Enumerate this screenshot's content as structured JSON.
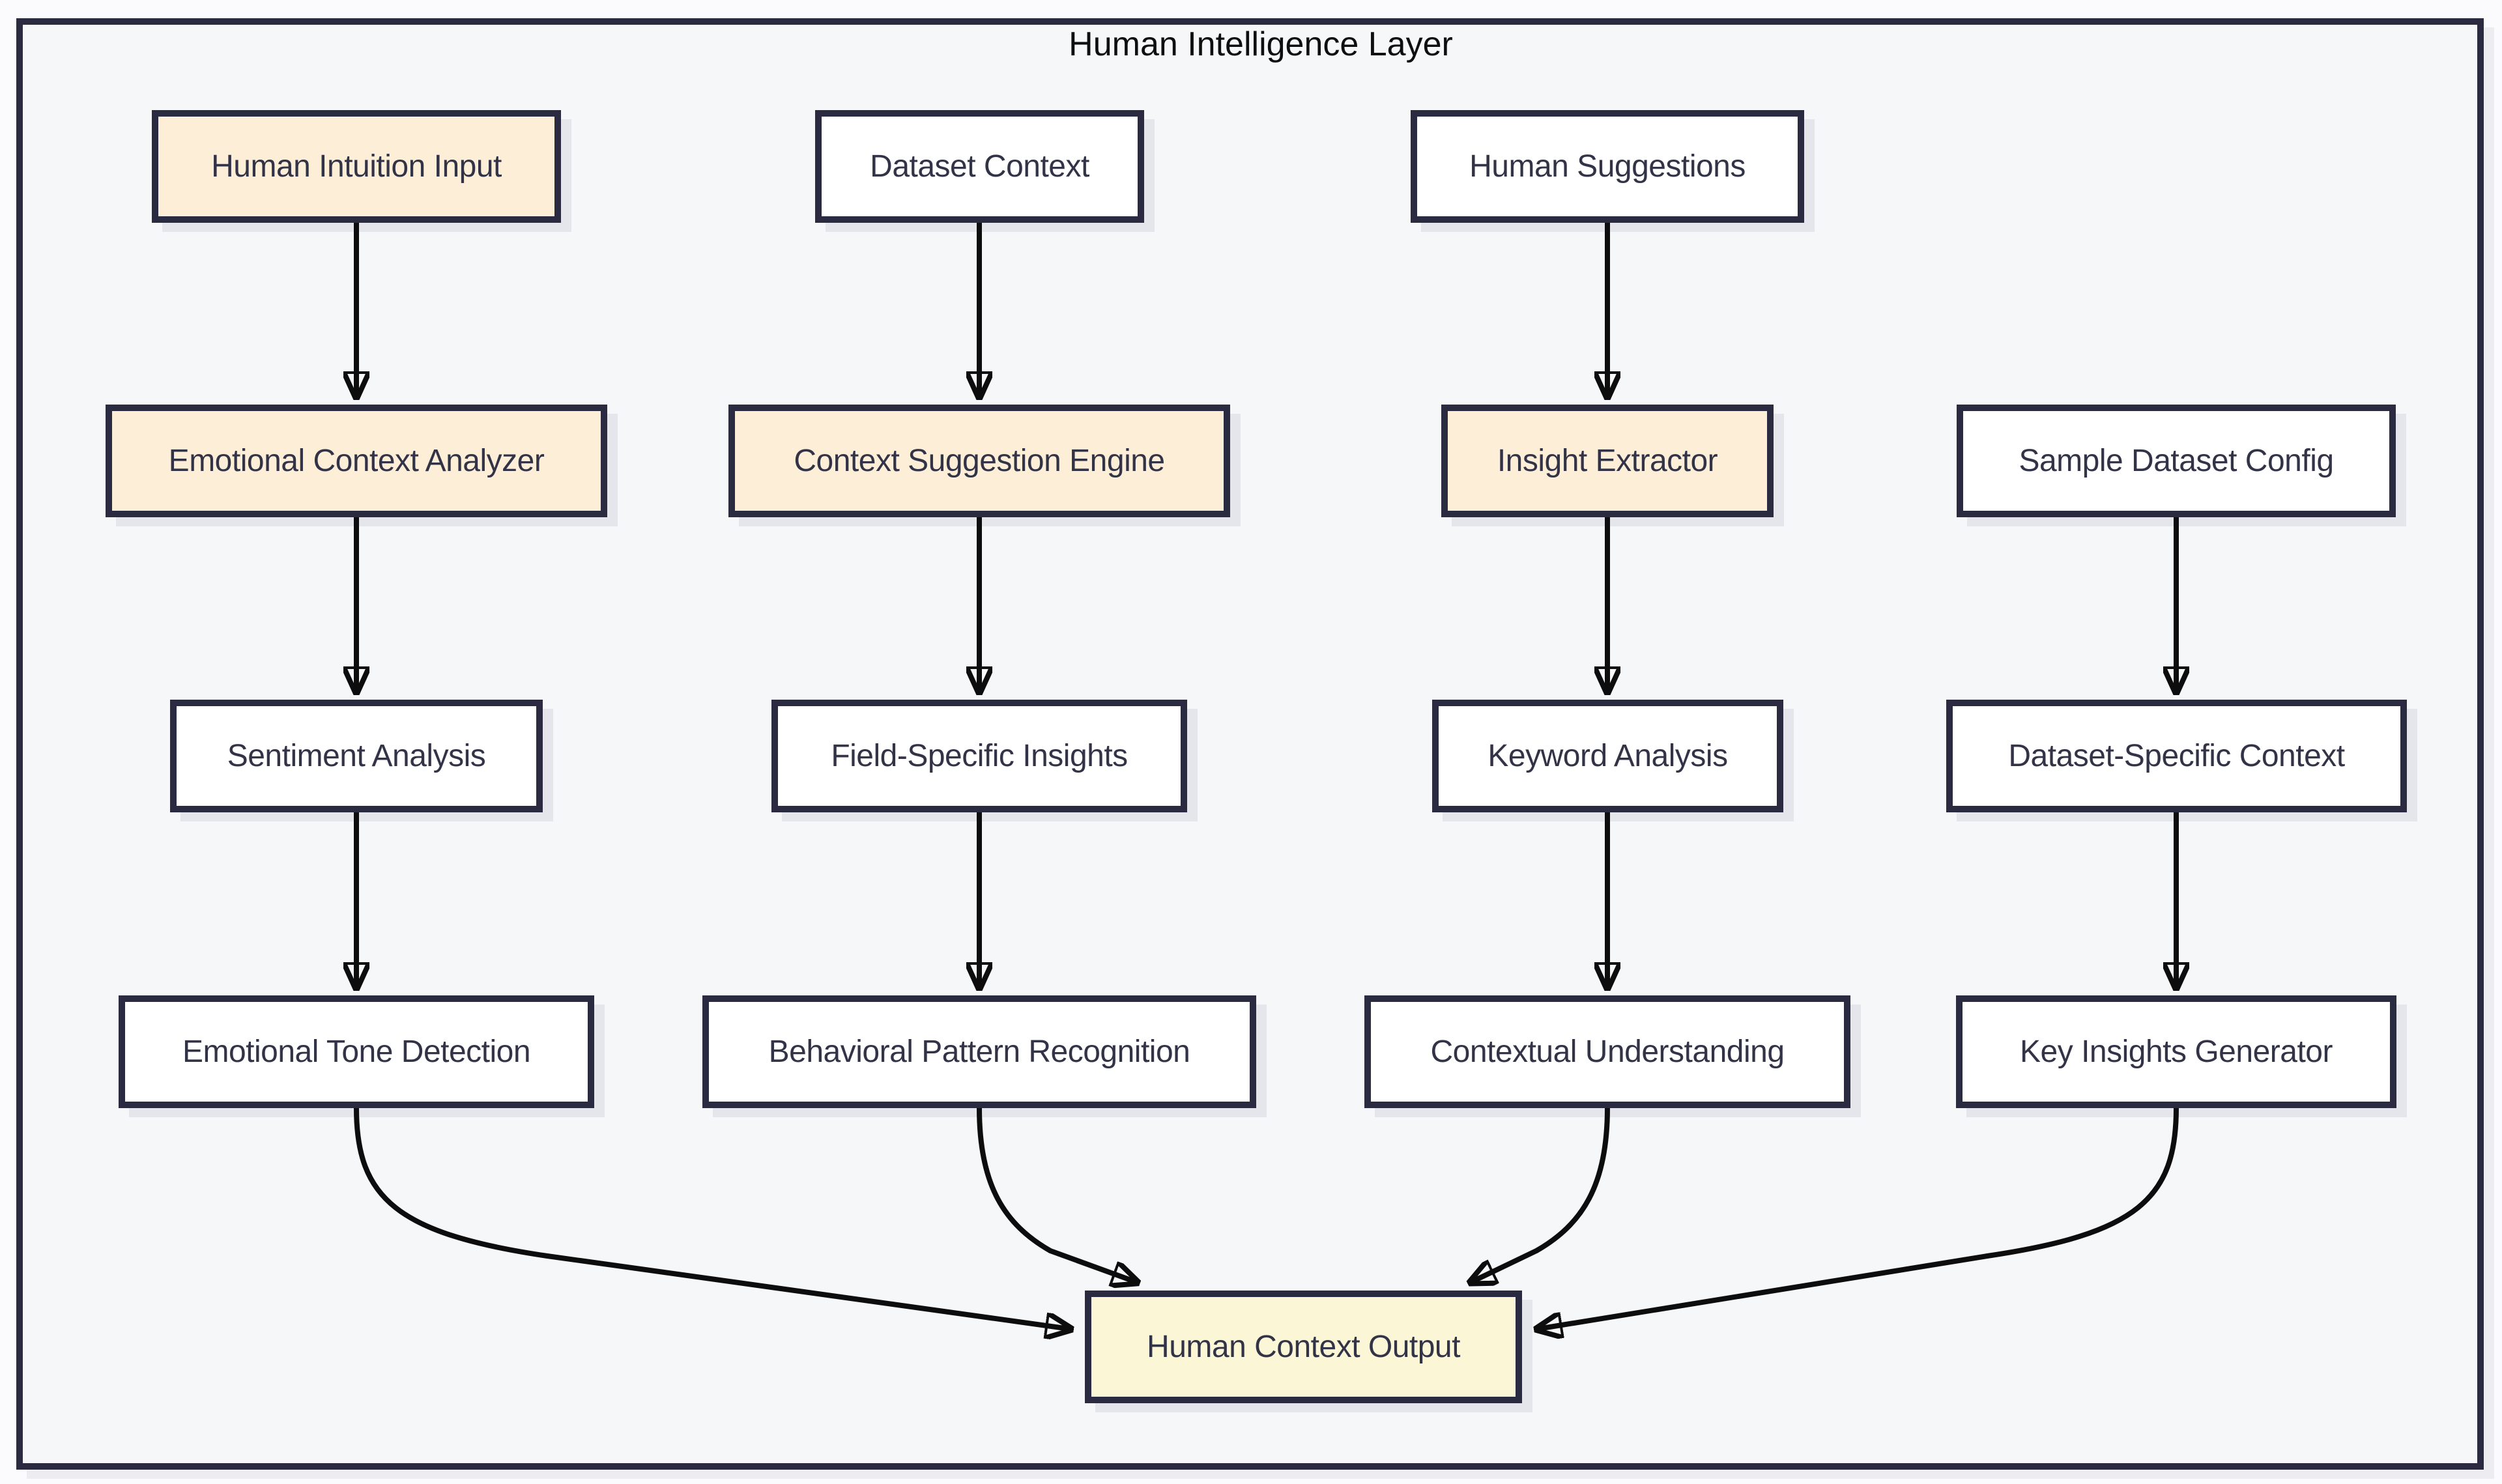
{
  "diagram": {
    "title": "Human Intelligence Layer",
    "colors": {
      "border": "#2a2a40",
      "text": "#333347",
      "edge": "#0d0d0d",
      "peach": "#fdeed7",
      "yellow": "#fbf6d5",
      "white": "#ffffff",
      "background": "#f6f7f9"
    },
    "nodes": {
      "hii": {
        "label": "Human Intuition Input",
        "style": "peach"
      },
      "dc": {
        "label": "Dataset Context",
        "style": "white"
      },
      "hs": {
        "label": "Human Suggestions",
        "style": "white"
      },
      "eca": {
        "label": "Emotional Context Analyzer",
        "style": "peach"
      },
      "cse": {
        "label": "Context Suggestion Engine",
        "style": "peach"
      },
      "ie": {
        "label": "Insight Extractor",
        "style": "peach"
      },
      "sdc": {
        "label": "Sample Dataset Config",
        "style": "white"
      },
      "sa": {
        "label": "Sentiment Analysis",
        "style": "white"
      },
      "fsi": {
        "label": "Field-Specific Insights",
        "style": "white"
      },
      "ka": {
        "label": "Keyword Analysis",
        "style": "white"
      },
      "dsc": {
        "label": "Dataset-Specific Context",
        "style": "white"
      },
      "etd": {
        "label": "Emotional Tone Detection",
        "style": "white"
      },
      "bpr": {
        "label": "Behavioral Pattern Recognition",
        "style": "white"
      },
      "cu": {
        "label": "Contextual Understanding",
        "style": "white"
      },
      "kig": {
        "label": "Key Insights Generator",
        "style": "white"
      },
      "hco": {
        "label": "Human Context Output",
        "style": "yellow"
      }
    },
    "edges": [
      {
        "from": "hii",
        "to": "eca"
      },
      {
        "from": "dc",
        "to": "cse"
      },
      {
        "from": "hs",
        "to": "ie"
      },
      {
        "from": "eca",
        "to": "sa"
      },
      {
        "from": "cse",
        "to": "fsi"
      },
      {
        "from": "ie",
        "to": "ka"
      },
      {
        "from": "sdc",
        "to": "dsc"
      },
      {
        "from": "sa",
        "to": "etd"
      },
      {
        "from": "fsi",
        "to": "bpr"
      },
      {
        "from": "ka",
        "to": "cu"
      },
      {
        "from": "dsc",
        "to": "kig"
      },
      {
        "from": "etd",
        "to": "hco"
      },
      {
        "from": "bpr",
        "to": "hco"
      },
      {
        "from": "cu",
        "to": "hco"
      },
      {
        "from": "kig",
        "to": "hco"
      }
    ]
  }
}
